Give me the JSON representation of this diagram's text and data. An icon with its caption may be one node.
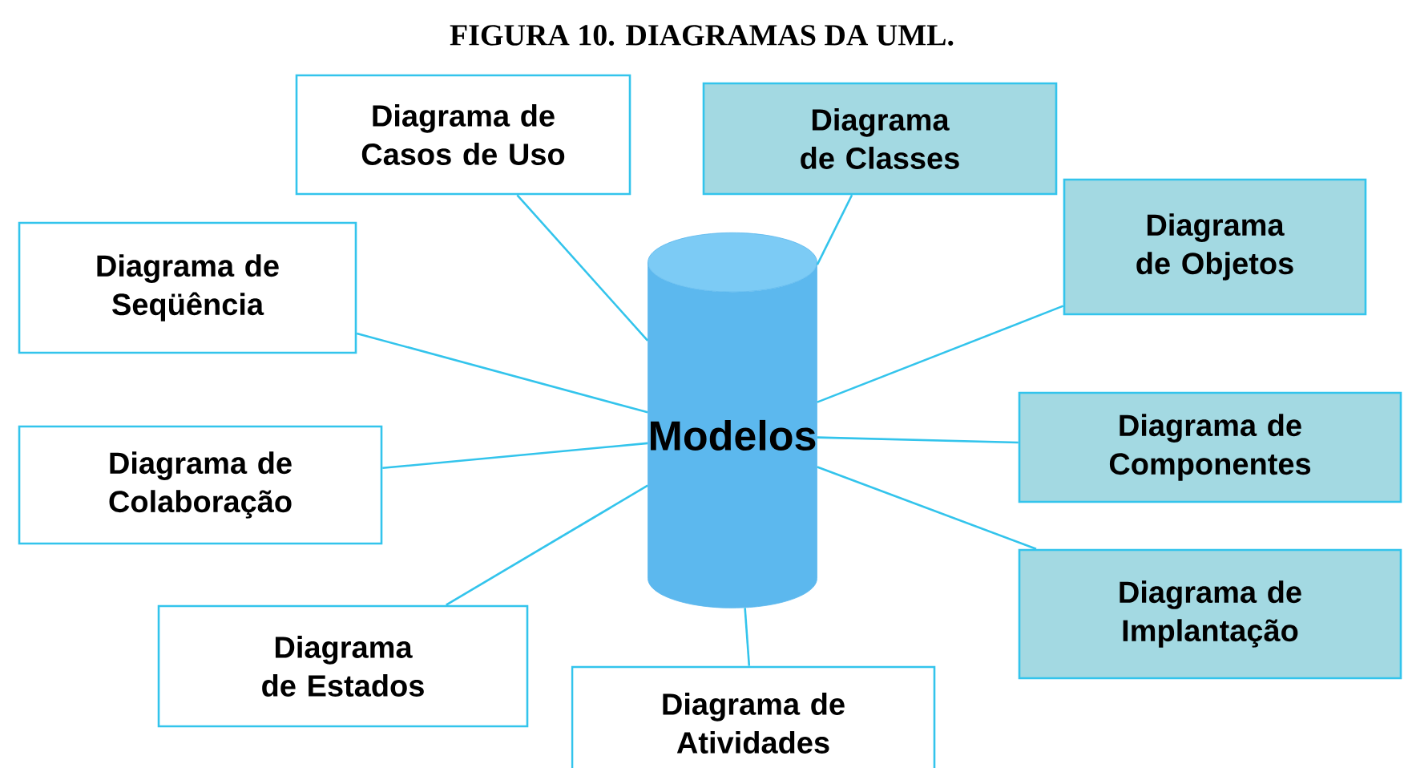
{
  "diagram": {
    "title": "FIGURA 10. DIAGRAMAS DA UML.",
    "nodes": [
      {
        "text": [
          "Diagrama de Casos de Uso"
        ]
      },
      {
        "text": [
          "Diagrama de Classes"
        ]
      },
      {
        "text": [
          "Diagrama de Seqüência"
        ]
      },
      {
        "text": [
          "Diagrama de Objetos"
        ]
      },
      {
        "text": [
          "Modelos"
        ]
      },
      {
        "text": [
          "Diagrama de Colaboração"
        ]
      },
      {
        "text": [
          "Diagrama de Componentes"
        ]
      },
      {
        "text": [
          "Diagrama de Implantação"
        ]
      },
      {
        "text": [
          "Diagrama de Estados"
        ]
      },
      {
        "text": [
          "Diagrama de Atividades"
        ]
      }
    ],
    "edges": [
      {
        "from": 4,
        "to": 0,
        "arrow": "none"
      },
      {
        "from": 4,
        "to": 1,
        "arrow": "none"
      },
      {
        "from": 4,
        "to": 2,
        "arrow": "none"
      },
      {
        "from": 4,
        "to": 3,
        "arrow": "none"
      },
      {
        "from": 4,
        "to": 5,
        "arrow": "none"
      },
      {
        "from": 4,
        "to": 6,
        "arrow": "none"
      },
      {
        "from": 4,
        "to": 7,
        "arrow": "none"
      },
      {
        "from": 4,
        "to": 8,
        "arrow": "none"
      },
      {
        "from": 4,
        "to": 9,
        "arrow": "none"
      }
    ]
  }
}
